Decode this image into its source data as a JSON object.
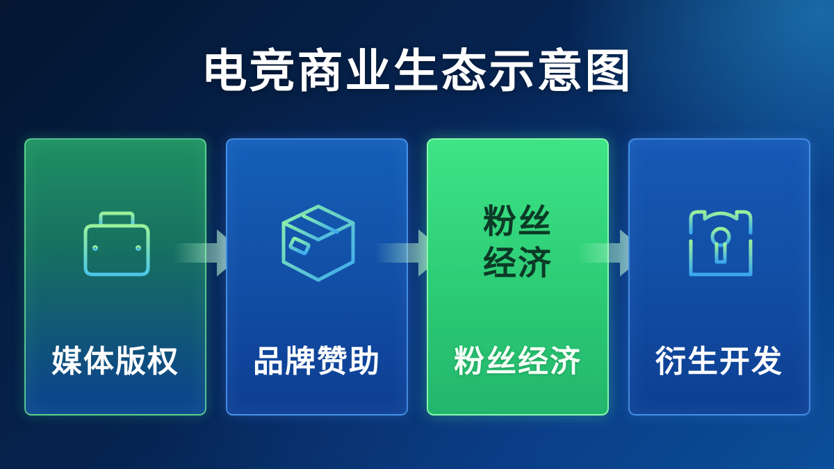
{
  "title": "电竞商业生态示意图",
  "colors": {
    "accent_green": "#3ee486",
    "accent_blue": "#155fb8",
    "icon_green": "#8cf0a8",
    "icon_cyan": "#48c8f0"
  },
  "stages": [
    {
      "label": "媒体版权",
      "icon": "broadcast-box-icon"
    },
    {
      "label": "品牌赞助",
      "icon": "cube-package-icon"
    },
    {
      "label": "粉丝经济",
      "icon": "text-badge",
      "icon_text": [
        "粉丝",
        "经济"
      ]
    },
    {
      "label": "衍生开发",
      "icon": "shop-lock-icon"
    }
  ]
}
